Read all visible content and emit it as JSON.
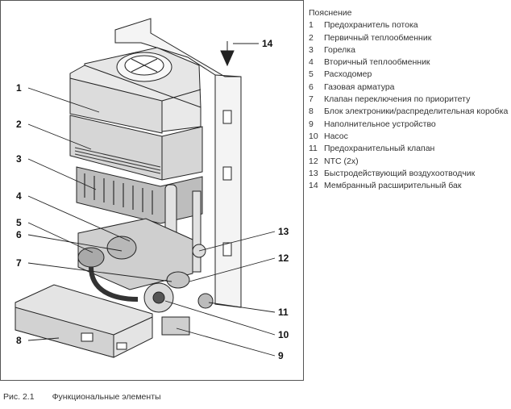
{
  "legend": {
    "title": "Пояснение",
    "items": [
      {
        "num": "1",
        "text": "Предохранитель потока"
      },
      {
        "num": "2",
        "text": "Первичный теплообменник"
      },
      {
        "num": "3",
        "text": "Горелка"
      },
      {
        "num": "4",
        "text": "Вторичный теплообменник"
      },
      {
        "num": "5",
        "text": "Расходомер"
      },
      {
        "num": "6",
        "text": "Газовая арматура"
      },
      {
        "num": "7",
        "text": "Клапан переключения по приоритету"
      },
      {
        "num": "8",
        "text": "Блок электроники/распределительная коробка"
      },
      {
        "num": "9",
        "text": "Наполнительное устройство"
      },
      {
        "num": "10",
        "text": "Насос"
      },
      {
        "num": "11",
        "text": "Предохранительный клапан"
      },
      {
        "num": "12",
        "text": "NTC (2x)"
      },
      {
        "num": "13",
        "text": "Быстродействующий воздухоотводчик"
      },
      {
        "num": "14",
        "text": "Мембранный расширительный бак"
      }
    ]
  },
  "callouts": {
    "c1": "1",
    "c2": "2",
    "c3": "3",
    "c4": "4",
    "c5": "5",
    "c6": "6",
    "c7": "7",
    "c8": "8",
    "c9": "9",
    "c10": "10",
    "c11": "11",
    "c12": "12",
    "c13": "13",
    "c14": "14"
  },
  "caption": {
    "figure": "Рис. 2.1",
    "text": "Функциональные элементы"
  },
  "colors": {
    "line": "#222222",
    "fill_light": "#ececec",
    "fill_mid": "#c8c8c8",
    "fill_dark": "#444444"
  }
}
